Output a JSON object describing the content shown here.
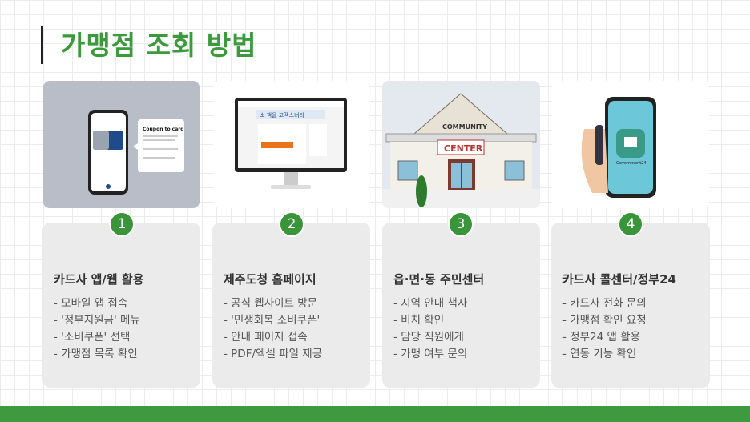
{
  "title": "가맹점 조회 방법",
  "colors": {
    "accent": "#3b9a3b",
    "card_bg": "#ebebeb",
    "footer": "#3f9a3f"
  },
  "steps": [
    {
      "number": "1",
      "heading": "카드사 앱/웹 활용",
      "items": [
        "- 모바일 앱 접속",
        "- '정부지원금' 메뉴",
        "- '소비쿠폰' 선택",
        "- 가맹점 목록 확인"
      ],
      "image_text": "Coupon to card"
    },
    {
      "number": "2",
      "heading": "제주도청 홈페이지",
      "items": [
        "- 공식 웹사이트 방문",
        "- '민생회복 소비쿠폰'",
        "- 안내 페이지 접속",
        "- PDF/엑셀 파일 제공"
      ],
      "image_text": "소 책을 고객스너티"
    },
    {
      "number": "3",
      "heading": "읍·면·동 주민센터",
      "items": [
        "- 지역 안내 책자",
        "- 비치 확인",
        "- 담당 직원에게",
        "- 가맹 여부 문의"
      ],
      "image_text": "COMMUNITY",
      "image_text2": "CENTER"
    },
    {
      "number": "4",
      "heading": "카드사 콜센터/정부24",
      "items": [
        "- 카드사 전화 문의",
        "- 가맹점 확인 요청",
        "- 정부24 앱 활용",
        "- 연동 기능 확인"
      ],
      "image_text": "Government24"
    }
  ]
}
